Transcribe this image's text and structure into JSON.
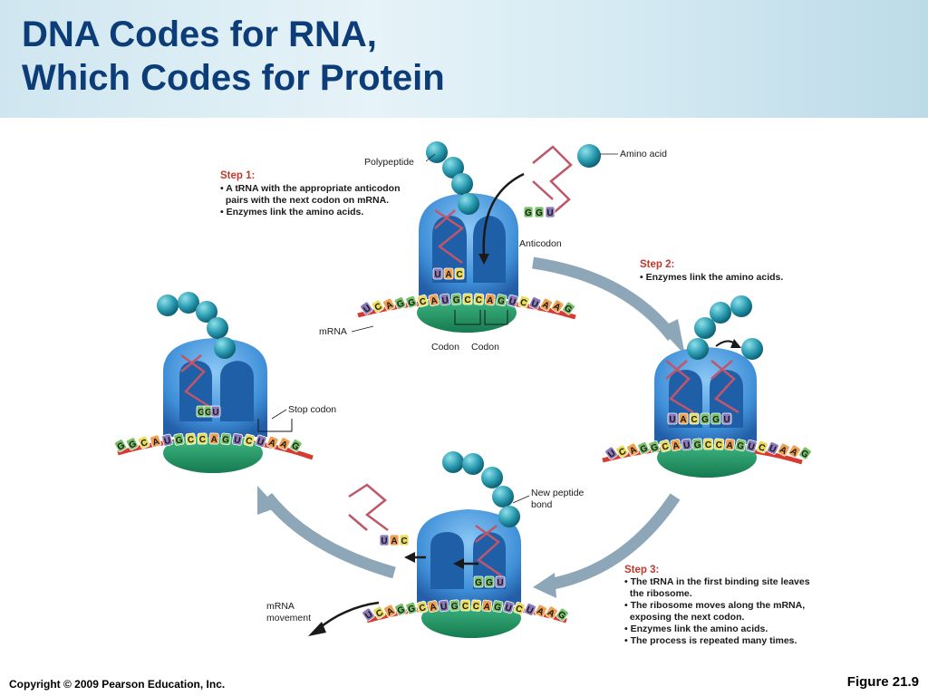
{
  "title": {
    "line1": "DNA Codes for RNA,",
    "line2": "Which Codes for Protein"
  },
  "labels": {
    "polypeptide": "Polypeptide",
    "amino_acid": "Amino acid",
    "anticodon": "Anticodon",
    "mrna": "mRNA",
    "codon1": "Codon",
    "codon2": "Codon",
    "stop_codon": "Stop codon",
    "new_peptide_bond_1": "New peptide",
    "new_peptide_bond_2": "bond",
    "mrna_movement_1": "mRNA",
    "mrna_movement_2": "movement"
  },
  "steps": {
    "step1": {
      "heading": "Step 1:",
      "lines": [
        "• A tRNA with the appropriate anticodon",
        "  pairs with the next codon on mRNA.",
        "• Enzymes link the amino acids."
      ]
    },
    "step2": {
      "heading": "Step 2:",
      "lines": [
        "• Enzymes link the amino acids."
      ]
    },
    "step3": {
      "heading": "Step 3:",
      "lines": [
        "• The tRNA in the first binding site leaves",
        "  the ribosome.",
        "• The ribosome moves along the mRNA,",
        "  exposing the next codon.",
        "• Enzymes link the amino acids.",
        "• The process is repeated many times."
      ]
    }
  },
  "bases": {
    "top_mrna": [
      "U",
      "C",
      "A",
      "G",
      "G",
      "C",
      "A",
      "U",
      "G",
      "C",
      "C",
      "A",
      "G",
      "U",
      "C",
      "U",
      "A",
      "A",
      "G"
    ],
    "top_anticodon_incoming": [
      "G",
      "G",
      "U"
    ],
    "top_anticodon_bound": [
      "U",
      "A",
      "C"
    ],
    "right_anticodons": [
      "U",
      "A",
      "C",
      "G",
      "G",
      "U"
    ],
    "right_mrna": [
      "U",
      "C",
      "A",
      "G",
      "G",
      "C",
      "A",
      "U",
      "G",
      "C",
      "C",
      "A",
      "G",
      "U",
      "C",
      "U",
      "A",
      "A",
      "G"
    ],
    "bottom_anticodon_bound": [
      "G",
      "G",
      "U"
    ],
    "bottom_anticodon_leaving": [
      "U",
      "A",
      "C"
    ],
    "bottom_mrna": [
      "U",
      "C",
      "A",
      "G",
      "G",
      "C",
      "A",
      "U",
      "G",
      "C",
      "C",
      "A",
      "G",
      "U",
      "C",
      "U",
      "A",
      "A",
      "G"
    ],
    "left_anticodon": [
      "G",
      "G",
      "U"
    ],
    "left_mrna": [
      "G",
      "G",
      "C",
      "A",
      "U",
      "G",
      "C",
      "C",
      "A",
      "G",
      "U",
      "C",
      "U",
      "A",
      "A",
      "G"
    ]
  },
  "colors": {
    "title": "#0d3d78",
    "ribosome": "#4a9fe0",
    "ribosome_dark": "#1f5fa8",
    "small_subunit": "#1e9a68",
    "mrna_strand": "#d63b32",
    "trna": "#c0566a",
    "amino_acid": "#2a9bb0",
    "cycle_arrow": "#8ea7b8",
    "base_U": "#8b78b8",
    "base_C": "#e8dc5a",
    "base_A": "#f0a050",
    "base_G": "#78c068"
  },
  "footer": {
    "copyright": "Copyright © 2009 Pearson Education, Inc.",
    "figure": "Figure 21.9"
  }
}
